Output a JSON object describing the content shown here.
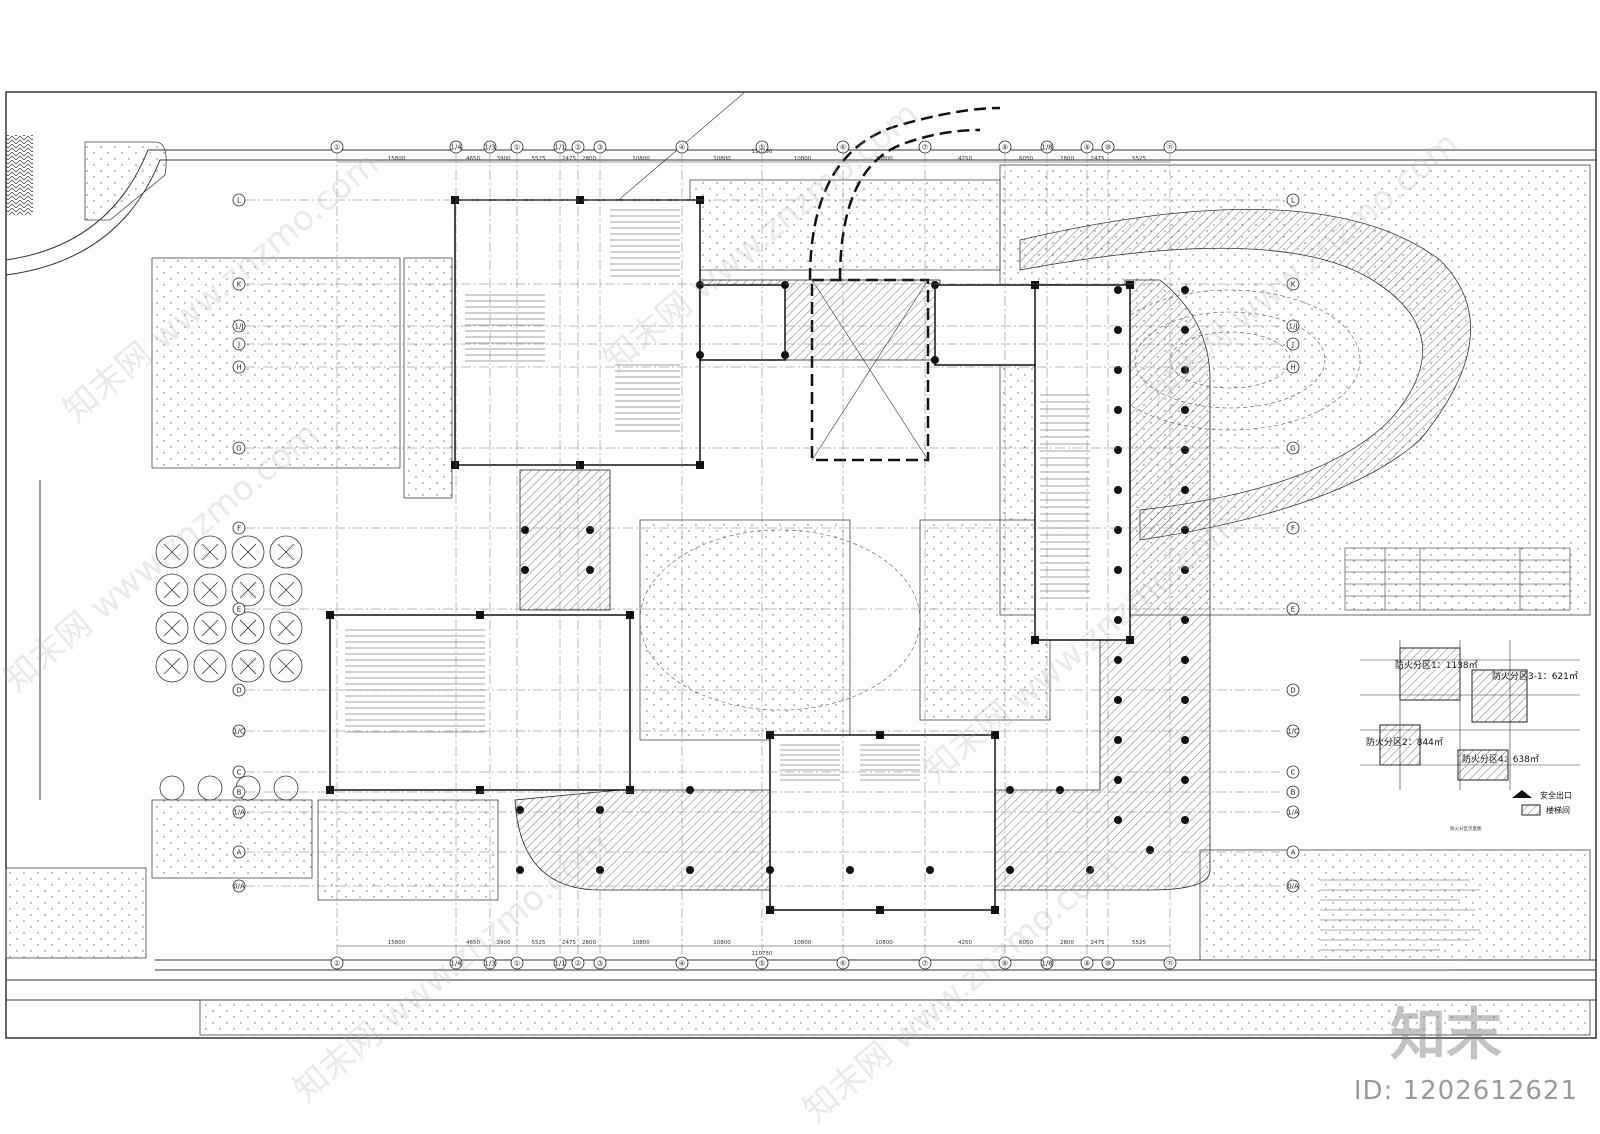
{
  "grid_axes_top": [
    "①",
    "1/4",
    "1/3",
    "①",
    "1/1",
    "②",
    "③",
    "④",
    "⑤",
    "⑥",
    "⑦",
    "⑧",
    "1/8",
    "⑨",
    "⑩",
    "⑪"
  ],
  "grid_axes_bottom": [
    "①",
    "1/4",
    "1/3",
    "①",
    "1/1",
    "②",
    "③",
    "④",
    "⑤",
    "⑥",
    "⑦",
    "⑧",
    "1/8",
    "⑨",
    "⑩",
    "⑪"
  ],
  "grid_axes_left": [
    "L",
    "K",
    "1/J",
    "J",
    "H",
    "G",
    "F",
    "E",
    "D",
    "1/C",
    "C",
    "B",
    "1/A",
    "A",
    "0/A"
  ],
  "grid_axes_right": [
    "L",
    "K",
    "1/J",
    "J",
    "H",
    "G",
    "F",
    "E",
    "D",
    "1/C",
    "C",
    "B",
    "1/A",
    "A",
    "0/A"
  ],
  "top_dimensions": [
    "15800",
    "4650",
    "3900",
    "5525",
    "2475",
    "2800",
    "10800",
    "10800",
    "10800",
    "10800",
    "4250",
    "6050",
    "2800",
    "2475",
    "5525"
  ],
  "top_total": "110750",
  "bottom_dimensions": [
    "15800",
    "4650",
    "3900",
    "5525",
    "2475",
    "2800",
    "10800",
    "10800",
    "10800",
    "10800",
    "4250",
    "6050",
    "2800",
    "2475",
    "5525"
  ],
  "bottom_total": "110750",
  "fire_zones": [
    {
      "label": "防火分区1：1138㎡"
    },
    {
      "label": "防火分区3-1：621㎡"
    },
    {
      "label": "防火分区2：844㎡"
    },
    {
      "label": "防火分区4：638㎡"
    }
  ],
  "legend": {
    "exit_label": "安全出口",
    "stair_label": "楼梯间",
    "diagram_title": "防火分区示意图"
  },
  "watermark": {
    "logo": "知末",
    "id_text": "ID: 1202612621",
    "site": "知末网 www.znzmo.com"
  }
}
